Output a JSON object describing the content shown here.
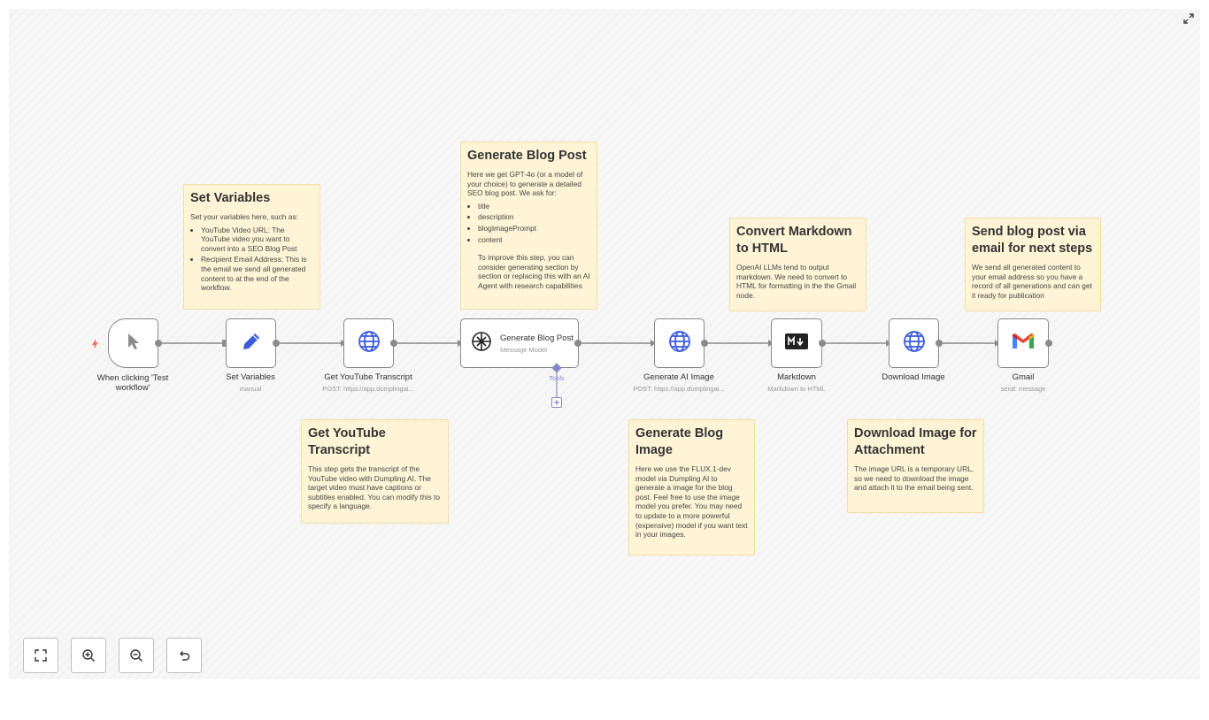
{
  "notes": {
    "set_variables": {
      "title": "Set Variables",
      "intro": "Set your variables here, such as:",
      "bullets": [
        "YouTube Video URL: The YouTube video you want to convert into a SEO Blog Post",
        "Recipient Email Address: This is the email we send all generated content to at the end of the workflow."
      ]
    },
    "generate_blog_post": {
      "title": "Generate Blog Post",
      "intro": "Here we get GPT-4o (or a model of your choice) to generate a detailed SEO blog post. We ask for:",
      "bullets": [
        "title",
        "description",
        "blogImagePrompt",
        "content"
      ],
      "after": "To improve this step, you can consider generating section by section or replacing this with an AI Agent with research capabilities"
    },
    "convert_markdown": {
      "title": "Convert Markdown to HTML",
      "body": "OpenAI LLMs tend to output markdown. We need to convert to HTML for formatting in the the Gmail node."
    },
    "send_email": {
      "title": "Send blog post via email for next steps",
      "body": "We send all generated content to your email address so you have a record of all generations and can get it ready for publication"
    },
    "get_transcript": {
      "title": "Get YouTube Transcript",
      "body": "This step gets the transcript of the YouTube video with Dumpling AI. The target video must have captions or subtitles enabled. You can modify this to specify a language."
    },
    "generate_image": {
      "title": "Generate Blog Image",
      "body": "Here we use the FLUX.1-dev model via Dumpling AI to generate a image for the blog post. Feel free to use the image model you prefer. You may need to update to a more powerful (expensive) model if you want text in your images."
    },
    "download_image": {
      "title": "Download Image for Attachment",
      "body": "The image URL is a temporary URL, so we need to download the image and attach it to the email being sent."
    }
  },
  "nodes": {
    "trigger": {
      "label": "When clicking 'Test workflow'",
      "icon": "cursor-icon"
    },
    "set_variables": {
      "label": "Set Variables",
      "sub": "manual",
      "icon": "pencil-icon"
    },
    "get_transcript": {
      "label": "Get YouTube Transcript",
      "sub": "POST: https://app.dumplingai...",
      "icon": "globe-icon"
    },
    "generate_blog_post": {
      "title": "Generate Blog Post",
      "sub": "Message Model",
      "tools_label": "Tools",
      "icon": "openai-icon"
    },
    "generate_ai_image": {
      "label": "Generate AI Image",
      "sub": "POST: https://app.dumplingai...",
      "icon": "globe-icon"
    },
    "markdown": {
      "label": "Markdown",
      "sub": "Markdown to HTML",
      "icon": "markdown-icon"
    },
    "download_image": {
      "label": "Download Image",
      "icon": "globe-icon"
    },
    "gmail": {
      "label": "Gmail",
      "sub": "send: message",
      "icon": "gmail-icon"
    }
  },
  "controls": [
    "fit-view-icon",
    "zoom-in-icon",
    "zoom-out-icon",
    "reset-icon"
  ],
  "colors": {
    "note_bg": "#fff5d6",
    "note_border": "#f3dca0",
    "edge": "#8b8b8b",
    "pencil": "#3b5bdb",
    "globe": "#3b5bdb",
    "trigger_bolt": "#ff6d5a",
    "tools": "#8a87c8"
  }
}
